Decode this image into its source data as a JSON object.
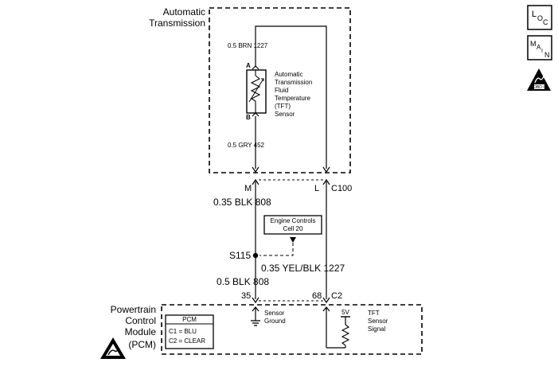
{
  "components": {
    "transmission_label": [
      "Automatic",
      "Transmission"
    ],
    "tft_sensor_label": [
      "Automatic",
      "Transmission",
      "Fluid",
      "Temperature",
      "(TFT)",
      "Sensor"
    ],
    "pcm_label": [
      "Powertrain",
      "Control",
      "Module",
      "(PCM)"
    ],
    "engine_controls_ref": [
      "Engine Controls",
      "Cell 20"
    ],
    "pcm_box": {
      "title": "PCM",
      "c1": "C1 = BLU",
      "c2": "C2 = CLEAR"
    }
  },
  "pins": {
    "a": "A",
    "b": "B",
    "m": "M",
    "l": "L",
    "pcm_left": "35",
    "pcm_right": "68"
  },
  "connectors": {
    "c100": "C100",
    "c2": "C2",
    "splice": "S115"
  },
  "wires": {
    "top_brn": "0.5 BRN  1227",
    "top_gry": "0.5 GRY  452",
    "blk_808_upper": "0.35 BLK  808",
    "yel_blk_1227": "0.35 YEL/BLK  1227",
    "blk_808_lower": "0.5 BLK  808"
  },
  "signals": {
    "sensor_ground": [
      "Sensor",
      "Ground"
    ],
    "tft_signal": [
      "TFT",
      "Sensor",
      "Signal"
    ],
    "voltage": "5V"
  },
  "side_icons": {
    "loc": [
      "L",
      "O",
      "C"
    ],
    "main": [
      "M",
      "A",
      "I",
      "N"
    ],
    "esd_label": "OBD II"
  }
}
